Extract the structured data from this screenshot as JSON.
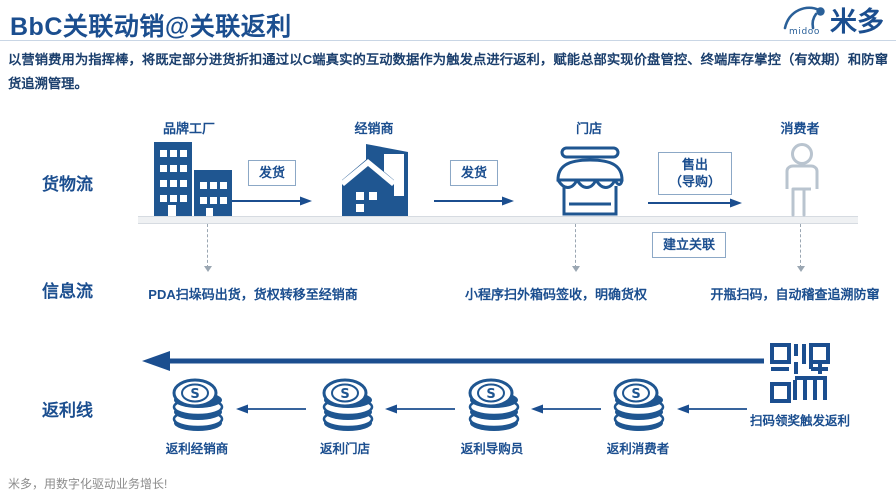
{
  "header": {
    "title": "BbC关联动销@关联返利",
    "logo_en": "midoo",
    "logo_cn": "米多",
    "logo_mark_name": "midoo-arc-logo"
  },
  "subtitle": "以营销费用为指挥棒，将既定部分进货折扣通过以C端真实的互动数据作为触发点进行返利，赋能总部实现价盘管控、终端库存掌控（有效期）和防窜货追溯管理。",
  "rows": {
    "goods_flow_label": "货物流",
    "info_flow_label": "信息流",
    "rebate_label": "返利线"
  },
  "goods_flow": {
    "nodes": [
      {
        "title": "品牌工厂",
        "icon": "factory-icon"
      },
      {
        "title": "经销商",
        "icon": "warehouse-icon"
      },
      {
        "title": "门店",
        "icon": "store-icon"
      },
      {
        "title": "消费者",
        "icon": "consumer-person-icon"
      }
    ],
    "transitions": [
      {
        "label": "发货"
      },
      {
        "label": "发货"
      },
      {
        "label": "售出\n（导购）",
        "line1": "售出",
        "line2": "（导购）"
      }
    ],
    "link_box": "建立关联"
  },
  "info_flow": {
    "items": [
      "PDA扫垛码出货，货权转移至经销商",
      "小程序扫外箱码签收，明确货权",
      "开瓶扫码，自动稽查追溯防窜"
    ]
  },
  "rebate_flow": {
    "nodes": [
      {
        "title": "返利经销商",
        "icon": "coin-stack-icon"
      },
      {
        "title": "返利门店",
        "icon": "coin-stack-icon"
      },
      {
        "title": "返利导购员",
        "icon": "coin-stack-icon"
      },
      {
        "title": "返利消费者",
        "icon": "coin-stack-icon"
      }
    ],
    "trigger": {
      "icon": "qr-code-icon",
      "caption": "扫码领奖触发返利"
    }
  },
  "footer": "米多，用数字化驱动业务增长!",
  "colors": {
    "brand_blue": "#1b4e8f",
    "icon_blue": "#1f5691",
    "deep_blue": "#17466f",
    "light_outline": "#b9c4cf",
    "rule": "#c9d6e5",
    "shelf": "#eff1f3",
    "footer_gray": "#8c8c8c"
  }
}
